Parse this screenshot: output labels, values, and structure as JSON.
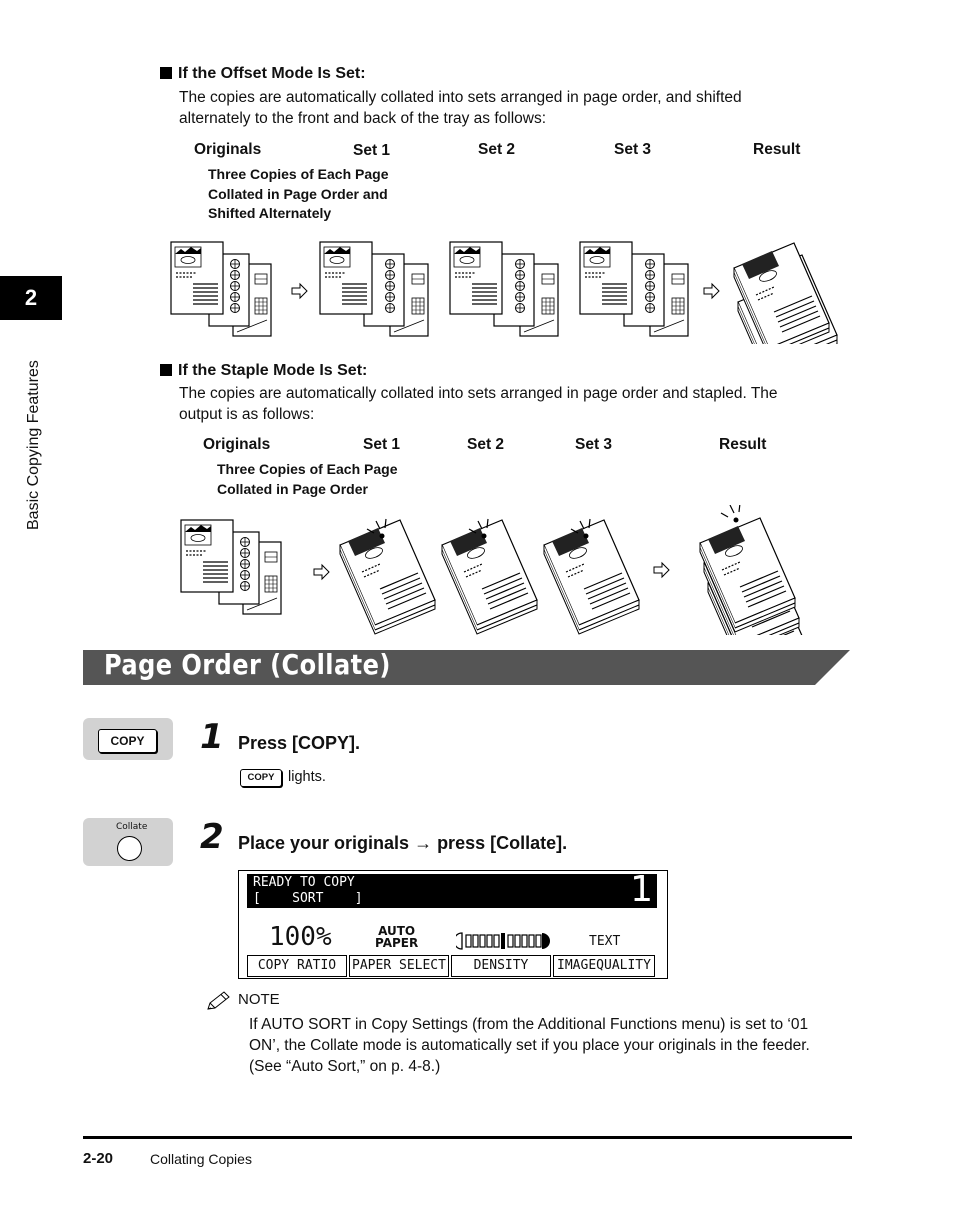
{
  "offset": {
    "heading": "If the Offset Mode Is Set:",
    "text_line1": "The copies are automatically collated into sets arranged in page order, and shifted",
    "text_line2": "alternately to the front and back of the tray as follows:",
    "col_originals": "Originals",
    "col_set1": "Set 1",
    "col_set2": "Set 2",
    "col_set3": "Set 3",
    "col_result": "Result",
    "note_line1": "Three Copies of Each Page",
    "note_line2": "Collated in Page Order and",
    "note_line3": "Shifted Alternately"
  },
  "staple": {
    "heading": "If the Staple Mode Is Set:",
    "text_line1": "The copies are automatically collated into sets arranged in page order and stapled. The",
    "text_line2": "output is as follows:",
    "col_originals": "Originals",
    "col_set1": "Set 1",
    "col_set2": "Set 2",
    "col_set3": "Set 3",
    "col_result": "Result",
    "note_line1": "Three Copies of Each Page",
    "note_line2": "Collated in Page Order"
  },
  "sidebar": {
    "chapter_number": "2",
    "chapter_title": "Basic Copying Features"
  },
  "section": {
    "title": "Page Order (Collate)"
  },
  "step1": {
    "number": "1",
    "instruction": "Press [COPY].",
    "key_label": "COPY",
    "result_suffix": "lights."
  },
  "step2": {
    "number": "2",
    "instruction": "Place your originals → press [Collate].",
    "key_label": "Collate"
  },
  "lcd": {
    "status_line1": "READY TO COPY",
    "status_line2": "[    SORT    ]",
    "copy_count": "1",
    "ratio_value": "100%",
    "paper_value_line1": "AUTO",
    "paper_value_line2": "PAPER",
    "image_quality_value": "TEXT",
    "btn_copy_ratio": "COPY RATIO",
    "btn_paper_select": "PAPER SELECT",
    "btn_density": "DENSITY",
    "btn_image_quality": "IMAGEQUALITY"
  },
  "note": {
    "label": "NOTE",
    "line1": "If AUTO SORT in Copy Settings (from the Additional Functions menu) is set to ‘01",
    "line2": "ON’, the Collate mode is automatically set if you place your originals in the feeder.",
    "line3": "(See “Auto Sort,” on p. 4-8.)"
  },
  "footer": {
    "page_number": "2-20",
    "chapter_name": "Collating Copies"
  },
  "colors": {
    "section_bar": "#555555",
    "panel_gray": "#d2d2d2"
  }
}
